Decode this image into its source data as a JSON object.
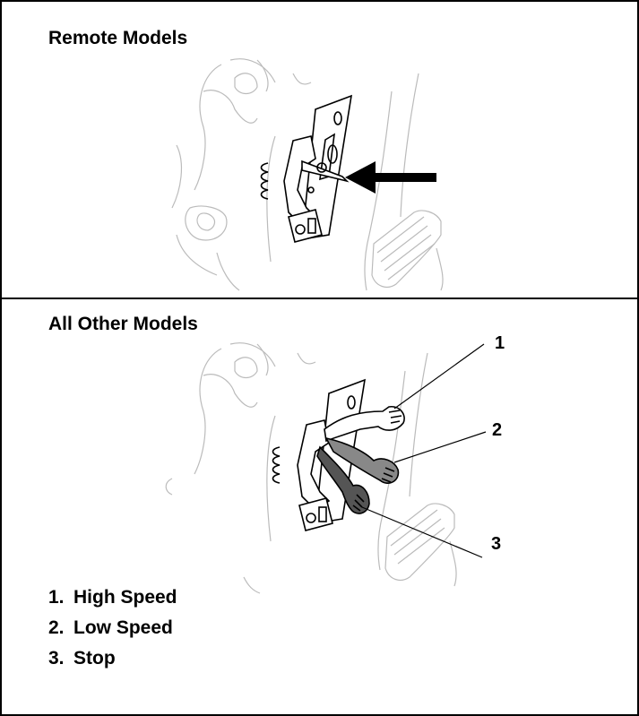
{
  "sections": {
    "remote": {
      "title": "Remote Models"
    },
    "other": {
      "title": "All Other Models",
      "callouts": [
        "1",
        "2",
        "3"
      ]
    }
  },
  "legend": [
    {
      "number": "1.",
      "label": "High Speed"
    },
    {
      "number": "2.",
      "label": "Low Speed"
    },
    {
      "number": "3.",
      "label": "Stop"
    }
  ]
}
